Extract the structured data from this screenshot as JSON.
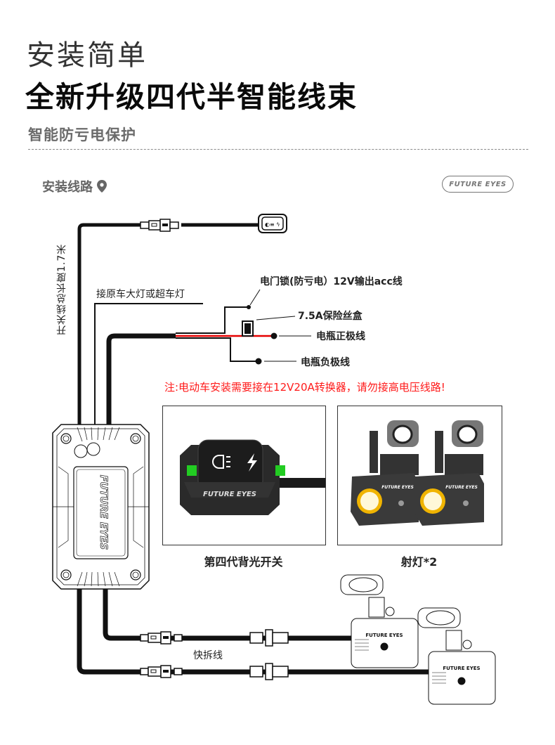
{
  "header": {
    "title_light": "安装简单",
    "title_bold": "全新升级四代半智能线束",
    "section_title": "智能防亏电保护"
  },
  "route": {
    "title": "安装线路",
    "title_icon": "location-pin-icon",
    "brand_badge": "FUTURE EYES"
  },
  "labels": {
    "switch_cable_length": "开关线总长度1.7米",
    "headlight_connect": "接原车大灯或超车灯",
    "ignition_acc": "电门锁(防亏电）12V输出acc线",
    "fuse_box": "7.5A保险丝盒",
    "battery_positive": "电瓶正极线",
    "battery_negative": "电瓶负极线",
    "quick_release": "快拆线"
  },
  "warning": {
    "text": "注:电动车安装需要接在12V20A转换器，请勿接高电压线路!",
    "color": "#ff1a1a"
  },
  "products": [
    {
      "caption": "第四代背光开关",
      "brand": "FUTURE EYES"
    },
    {
      "caption": "射灯*2",
      "brand": "FUTURE EYES"
    }
  ],
  "controller": {
    "brand": "FUTURE EYES"
  },
  "colors": {
    "wire": "#111111",
    "positive_wire": "#e60000",
    "switch_indicator": "#22cc22",
    "lamp_accent": "#f0b400"
  }
}
